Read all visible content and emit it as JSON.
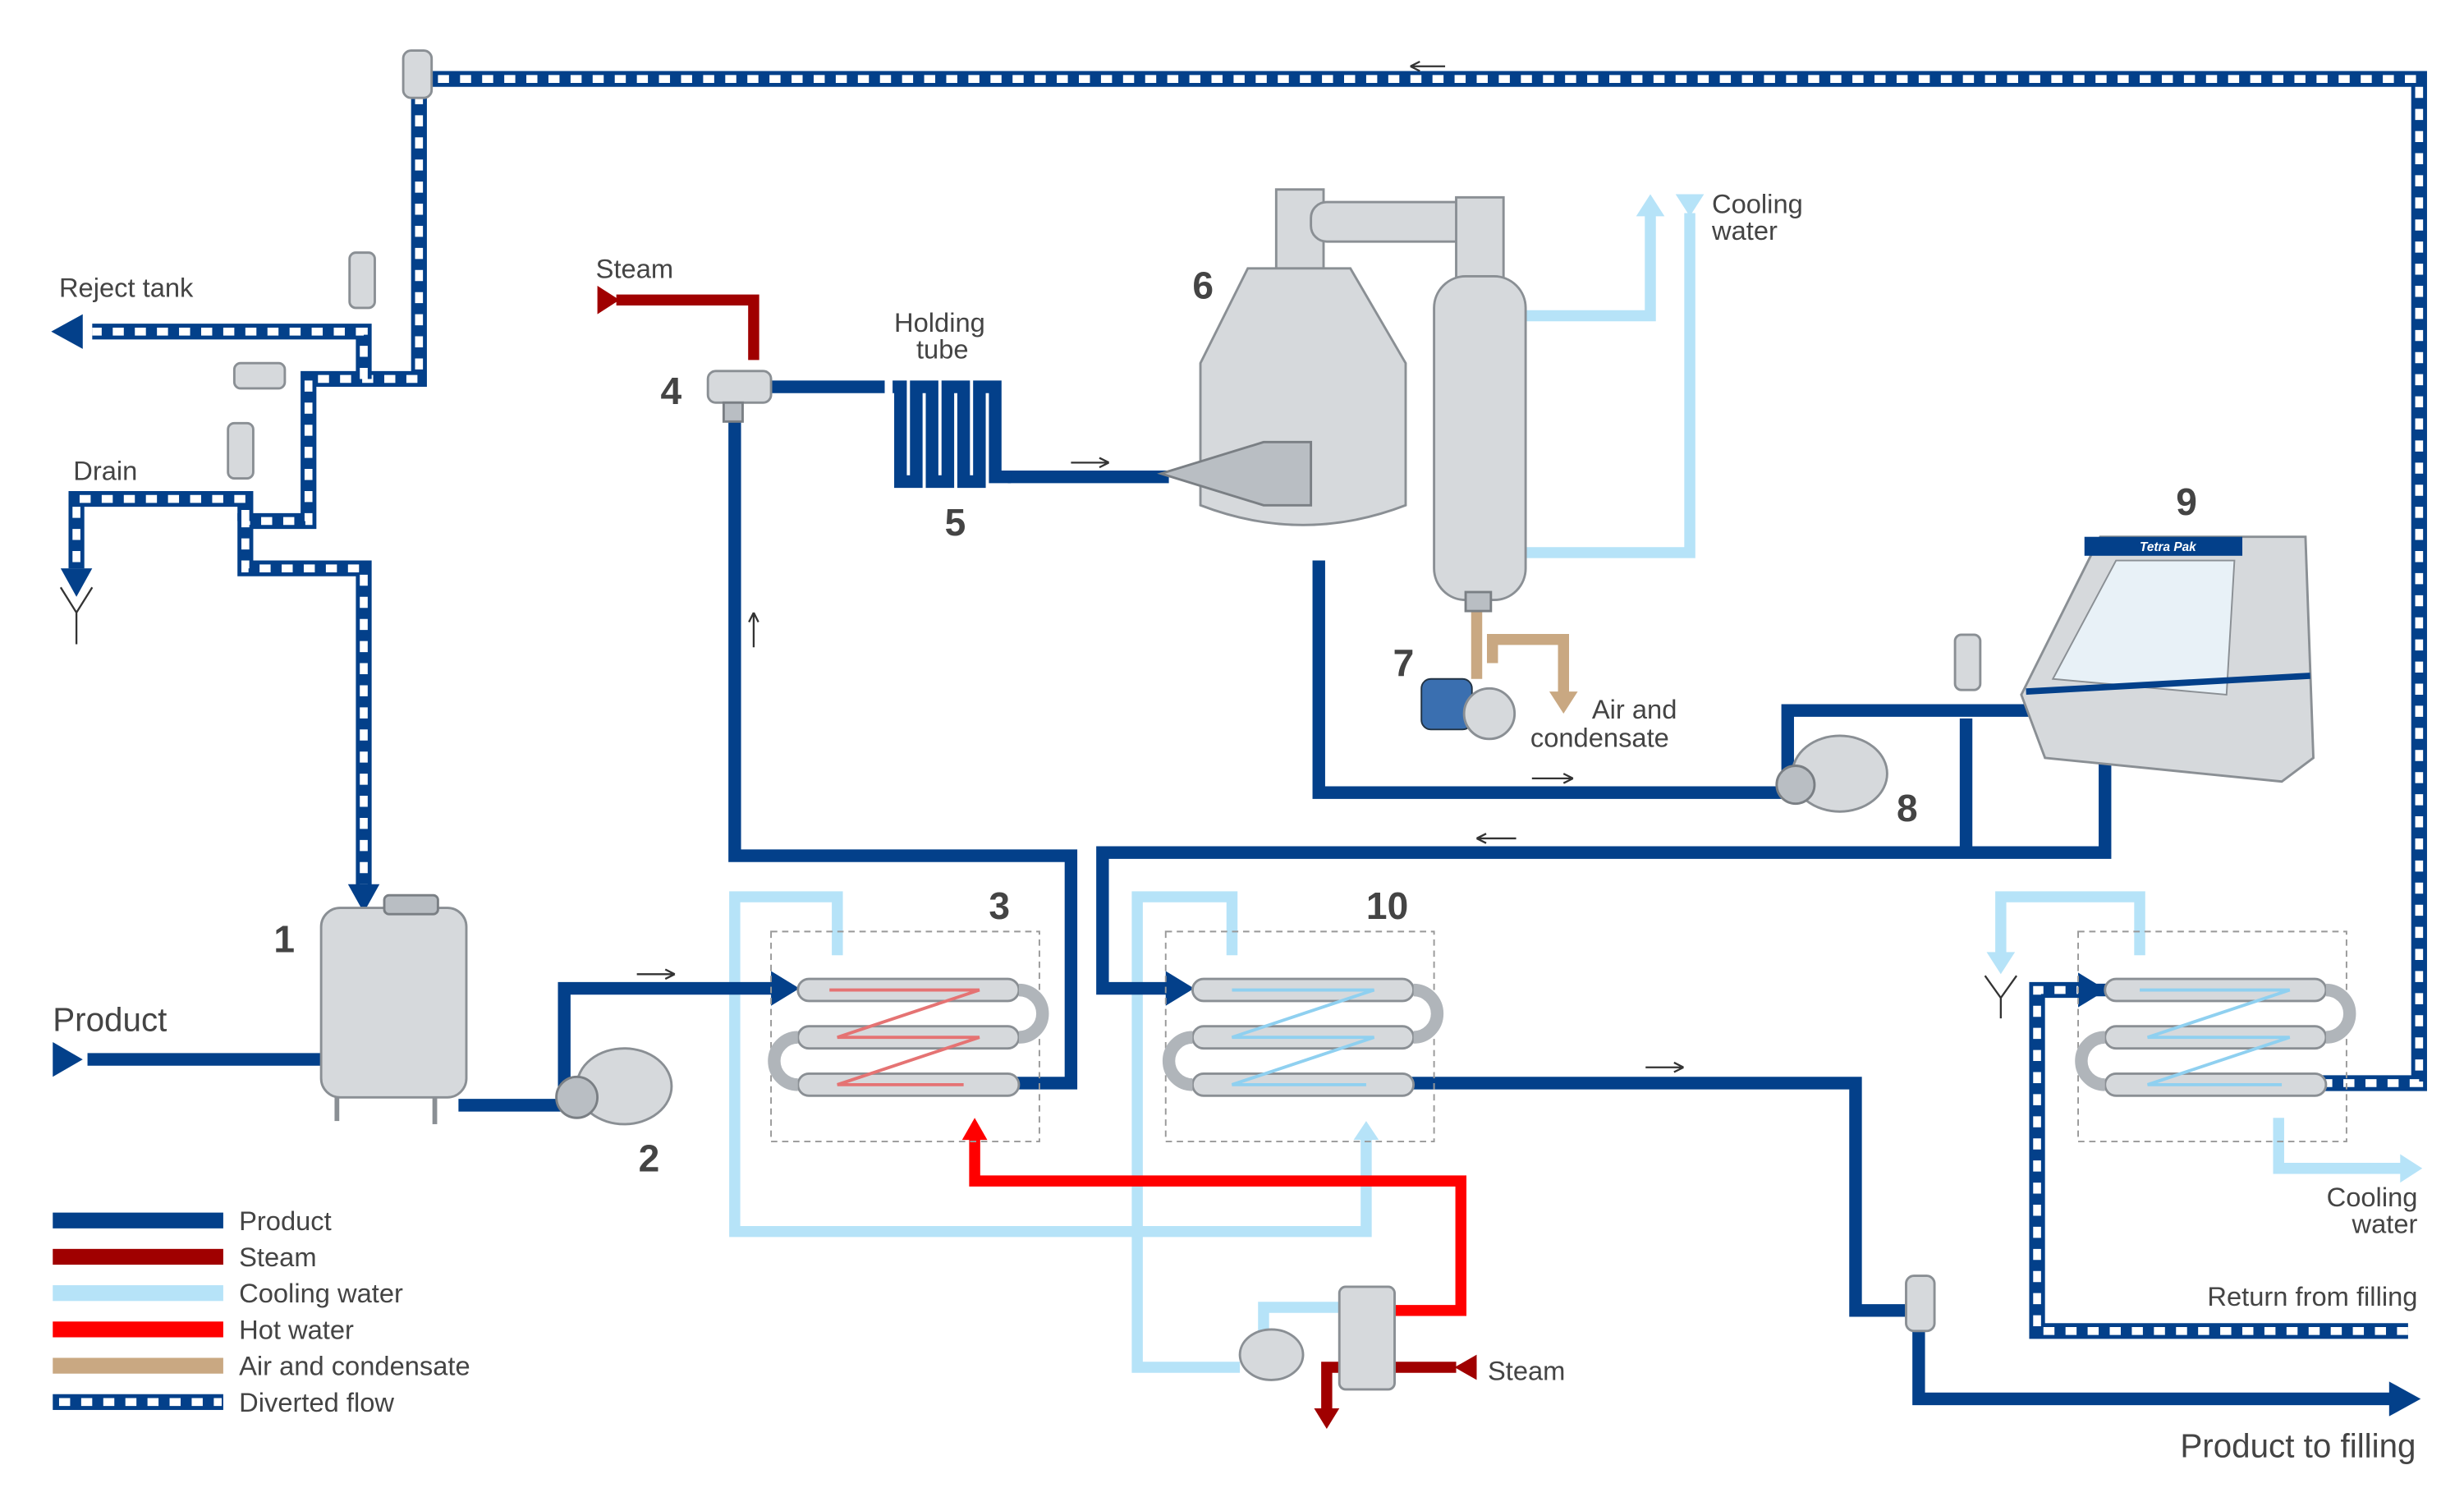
{
  "colors": {
    "product": "#03408A",
    "steam": "#A00000",
    "cooling_water": "#B6E3F8",
    "hot_water": "#FF0000",
    "air_and_condensate": "#C9A882",
    "diverted_flow": "#03408A"
  },
  "labels": {
    "product_in": "Product",
    "reject_tank": "Reject tank",
    "drain": "Drain",
    "steam_top": "Steam",
    "holding_tube_1": "Holding",
    "holding_tube_2": "tube",
    "cooling_water_top_1": "Cooling",
    "cooling_water_top_2": "water",
    "air_condensate_1": "Air and",
    "air_condensate_2": "condensate",
    "cooling_water_right_1": "Cooling",
    "cooling_water_right_2": "water",
    "return_from_filling": "Return from filling",
    "steam_bottom": "Steam",
    "product_to_filling": "Product to filling",
    "filler_brand": "Tetra Pak"
  },
  "numbers": [
    "1",
    "2",
    "3",
    "4",
    "5",
    "6",
    "7",
    "8",
    "9",
    "10"
  ],
  "legend": [
    {
      "label": "Product",
      "type": "product"
    },
    {
      "label": "Steam",
      "type": "steam"
    },
    {
      "label": "Cooling water",
      "type": "cooling_water"
    },
    {
      "label": "Hot water",
      "type": "hot_water"
    },
    {
      "label": "Air and condensate",
      "type": "air_and_condensate"
    },
    {
      "label": "Diverted flow",
      "type": "diverted_flow"
    }
  ]
}
